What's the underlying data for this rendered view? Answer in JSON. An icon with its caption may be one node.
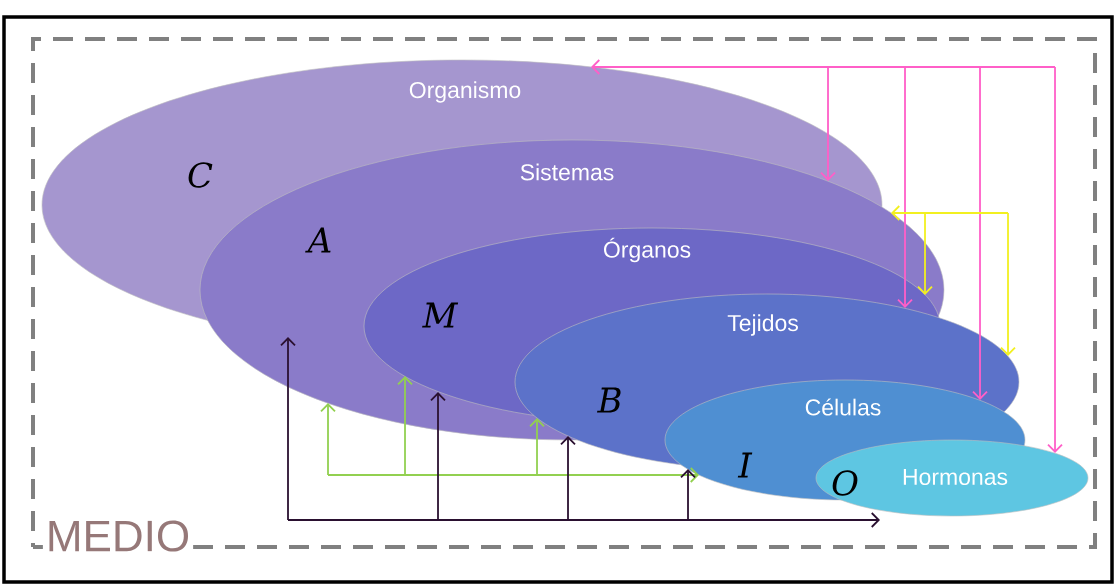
{
  "diagram": {
    "nodes": [
      {
        "text": [
          "MEDIO"
        ]
      },
      {
        "text": [
          "Organismo",
          "C"
        ],
        "in": 0
      },
      {
        "text": [
          "Sistemas",
          "A"
        ],
        "in": 0
      },
      {
        "text": [
          "Órganos",
          "M"
        ],
        "in": 2
      },
      {
        "text": [
          "Tejidos",
          "B"
        ],
        "in": 0
      },
      {
        "text": [
          "Células",
          "I"
        ],
        "in": 0
      },
      {
        "text": [
          "O",
          "Hormonas"
        ],
        "in": 0
      }
    ],
    "edges": [
      {
        "from": null,
        "to": 1,
        "arrow": "to",
        "color": "#ff5fc8"
      },
      {
        "from": null,
        "to": 2,
        "arrow": "to",
        "color": "#ff5fc8"
      },
      {
        "from": null,
        "to": 4,
        "arrow": "to",
        "color": "#ff5fc8"
      },
      {
        "from": null,
        "to": 5,
        "arrow": "to",
        "color": "#ff5fc8"
      },
      {
        "from": null,
        "to": 6,
        "arrow": "to",
        "color": "#ff5fc8"
      },
      {
        "from": null,
        "to": 2,
        "arrow": "to",
        "color": "#f2f020"
      },
      {
        "from": null,
        "to": 3,
        "arrow": "to",
        "color": "#f2f020"
      },
      {
        "from": null,
        "to": 4,
        "arrow": "to",
        "color": "#f2f020"
      },
      {
        "from": null,
        "to": 2,
        "arrow": "to",
        "color": "#92d050"
      },
      {
        "from": null,
        "to": 3,
        "arrow": "to",
        "color": "#92d050"
      },
      {
        "from": null,
        "to": 4,
        "arrow": "to",
        "color": "#92d050"
      },
      {
        "from": null,
        "to": 5,
        "arrow": "to",
        "color": "#92d050"
      },
      {
        "from": null,
        "to": 1,
        "arrow": "to",
        "color": "#2a1030"
      },
      {
        "from": null,
        "to": 3,
        "arrow": "to",
        "color": "#2a1030"
      },
      {
        "from": null,
        "to": 4,
        "arrow": "to",
        "color": "#2a1030"
      },
      {
        "from": null,
        "to": 5,
        "arrow": "to",
        "color": "#2a1030"
      },
      {
        "from": null,
        "to": 6,
        "arrow": "to",
        "color": "#2a1030"
      }
    ]
  }
}
